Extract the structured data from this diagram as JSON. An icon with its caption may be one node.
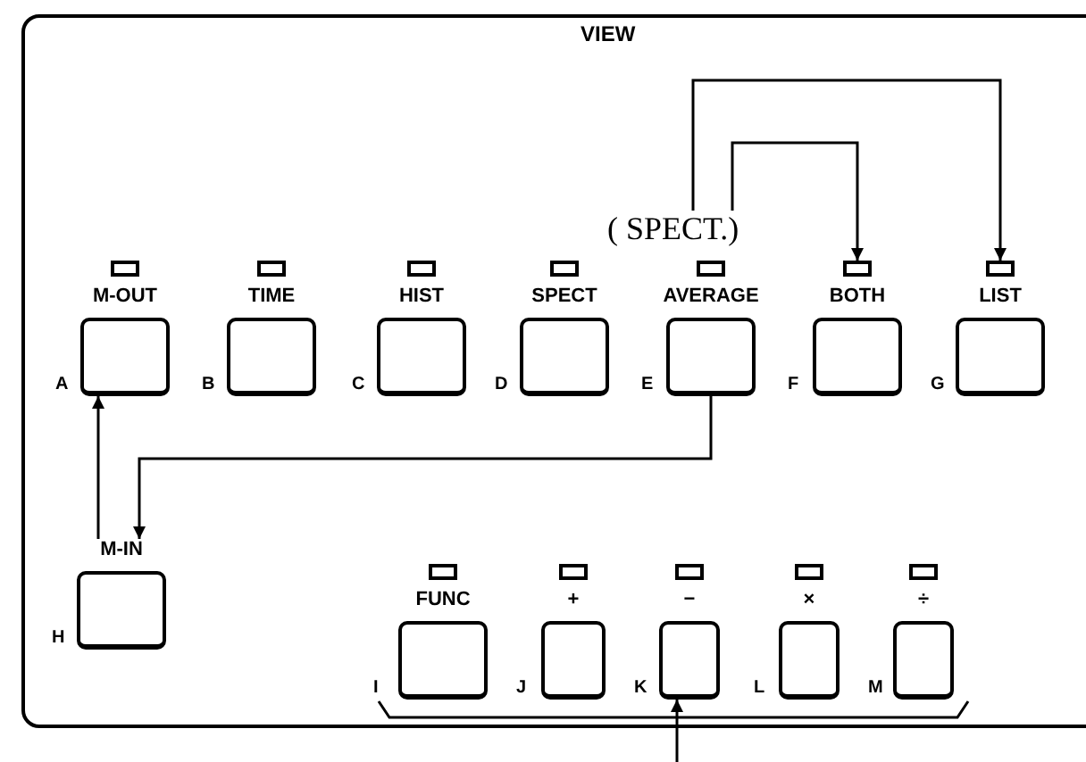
{
  "diagram": {
    "nodes": [
      {
        "text": [
          "VIEW"
        ]
      },
      {
        "text": [
          "( SPECT.)"
        ],
        "in": 0
      },
      {
        "text": [
          "M-OUT"
        ],
        "beside": [
          "A"
        ],
        "in": 0
      },
      {
        "text": [
          "TIME"
        ],
        "beside": [
          "B"
        ],
        "in": 0
      },
      {
        "text": [
          "HIST"
        ],
        "beside": [
          "C"
        ],
        "in": 0
      },
      {
        "text": [
          "SPECT"
        ],
        "beside": [
          "D"
        ],
        "in": 0
      },
      {
        "text": [
          "AVERAGE"
        ],
        "beside": [
          "E"
        ],
        "in": 0
      },
      {
        "text": [
          "BOTH"
        ],
        "beside": [
          "F"
        ],
        "in": 0
      },
      {
        "text": [
          "LIST"
        ],
        "beside": [
          "G"
        ],
        "in": 0
      },
      {
        "text": [
          "M-IN"
        ],
        "beside": [
          "H"
        ],
        "in": 0
      },
      {
        "text": [
          "FUNC"
        ],
        "beside": [
          "I"
        ],
        "in": 0
      },
      {
        "text": [
          "+"
        ],
        "beside": [
          "J"
        ],
        "in": 0
      },
      {
        "text": [
          "−"
        ],
        "beside": [
          "K"
        ],
        "in": 0
      },
      {
        "text": [
          "×"
        ],
        "beside": [
          "L"
        ],
        "in": 0
      },
      {
        "text": [
          "÷"
        ],
        "beside": [
          "M"
        ],
        "in": 0
      }
    ],
    "edges": [
      {
        "from": 1,
        "to": 7,
        "arrow": "to"
      },
      {
        "from": 1,
        "to": 8,
        "arrow": "to"
      },
      {
        "from": 6,
        "to": 9,
        "arrow": "to"
      },
      {
        "from": 9,
        "to": 2,
        "arrow": "to"
      },
      {
        "from": null,
        "to": 12,
        "arrow": "to"
      }
    ]
  }
}
